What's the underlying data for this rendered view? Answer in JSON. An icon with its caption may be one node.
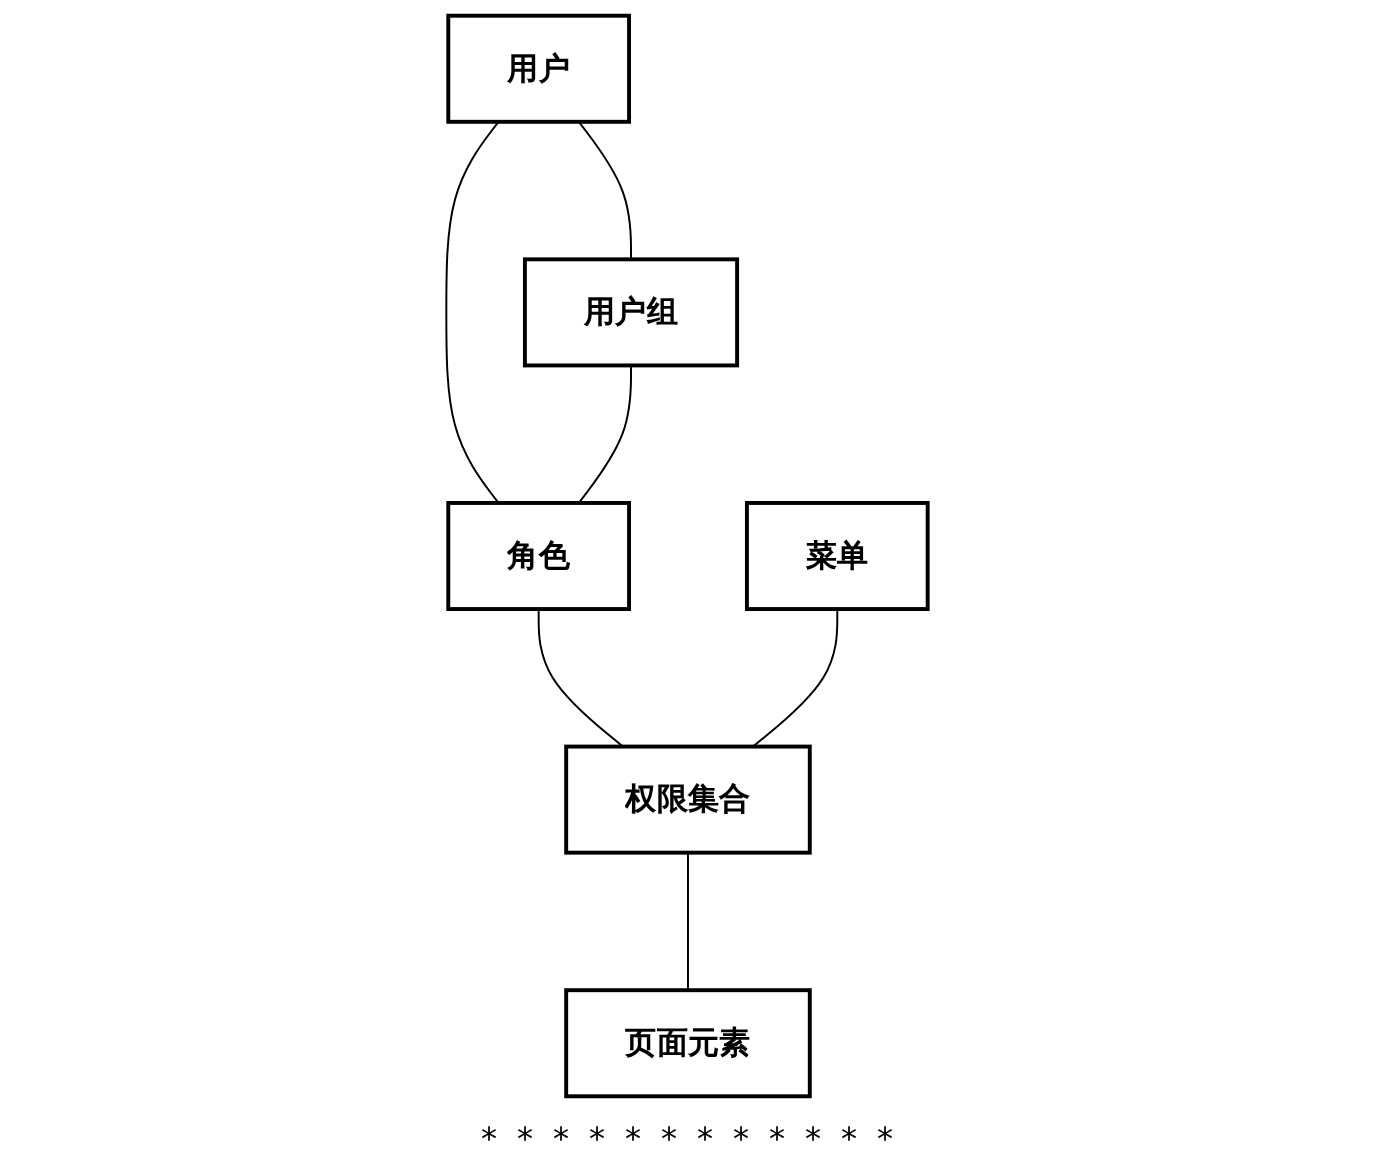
{
  "diagram": {
    "nodes": [
      {
        "text": [
          "用户"
        ]
      },
      {
        "text": [
          "菜单"
        ]
      },
      {
        "text": [
          "用户组"
        ]
      },
      {
        "text": [
          "角色"
        ]
      },
      {
        "text": [
          "权限集合"
        ]
      },
      {
        "text": [
          "页面元素"
        ]
      }
    ],
    "edges": [
      {
        "from": 0,
        "to": 2,
        "arrow": "none"
      },
      {
        "from": 0,
        "to": 3,
        "arrow": "none"
      },
      {
        "from": 2,
        "to": 3,
        "arrow": "none"
      },
      {
        "from": 3,
        "to": 4,
        "arrow": "none"
      },
      {
        "from": 1,
        "to": 4,
        "arrow": "none"
      },
      {
        "from": 4,
        "to": 5,
        "arrow": "none"
      }
    ],
    "labels": [
      "*",
      "*",
      "*",
      "*",
      "*",
      "*",
      "*",
      "*",
      "*",
      "*",
      "*",
      "*"
    ]
  }
}
